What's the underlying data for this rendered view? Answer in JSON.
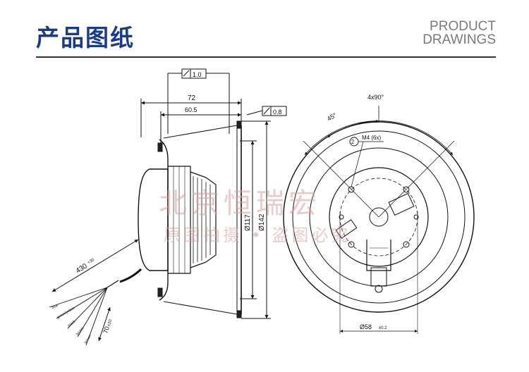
{
  "header": {
    "title": "产品图纸",
    "subtitle_line1": "PRODUCT",
    "subtitle_line2": "DRAWINGS"
  },
  "side_view": {
    "tol_flatness": "1.0",
    "tol_runout": "0.8",
    "dim_overall_width": "72",
    "dim_depth": "60.5",
    "dim_inner_diameter": "Ø117",
    "dim_outer_diameter": "Ø142",
    "cable_length": "430",
    "cable_length_tol": "+30",
    "strip_length": "70",
    "strip_length_tol": "±10",
    "wire_labels": [
      "blue",
      "green/yellow",
      "black",
      "brown",
      "brown"
    ]
  },
  "front_view": {
    "angle_pattern": "4x90°",
    "angle_offset": "45°",
    "thread_callout": "M4 (6x)",
    "callout_number": "2",
    "hub_diameter": "Ø58",
    "hub_diameter_tol": "±0.2"
  },
  "watermark": {
    "line1": "北京恒瑞宏",
    "line2": "原图拍摄 • 盗图必究"
  }
}
